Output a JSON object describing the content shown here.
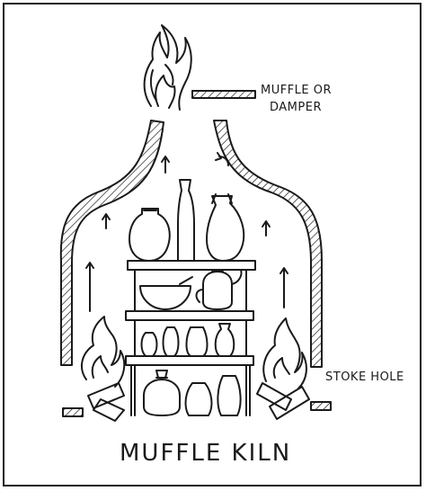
{
  "labels": {
    "muffle_line1": "MUFFLE OR",
    "muffle_line2": "DAMPER",
    "stoke_hole": "STOKE HOLE",
    "title": "MUFFLE KILN"
  },
  "colors": {
    "ink": "#1a1a1a",
    "paper": "#ffffff"
  }
}
